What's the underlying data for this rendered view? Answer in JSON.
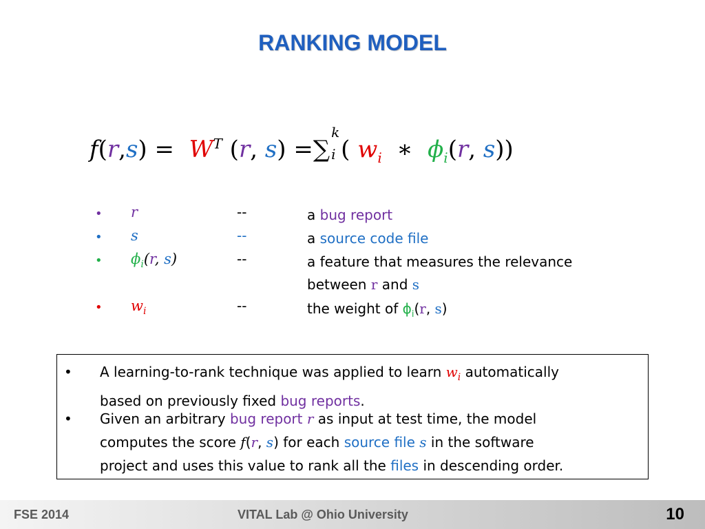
{
  "slide": {
    "title": "RANKING MODEL"
  },
  "formula": {
    "f": "f",
    "r": "r",
    "s": "s",
    "W": "W",
    "T": "T",
    "sum": "∑",
    "k": "k",
    "i": "i",
    "w": "w",
    "phi": "ϕ",
    "star": "∗"
  },
  "definitions": [
    {
      "bullet": "•",
      "symbol": "r",
      "dash": "--",
      "desc_prefix": "a ",
      "desc_highlight": "bug report"
    },
    {
      "bullet": "•",
      "symbol": "s",
      "dash": "--",
      "desc_prefix": "a ",
      "desc_highlight": "source code file"
    },
    {
      "bullet": "•",
      "symbol": "ϕi(r, s)",
      "dash": "--",
      "desc_line1": "a feature that measures the relevance",
      "desc_line2_a": "between ",
      "desc_line2_r": "r",
      "desc_line2_b": " and ",
      "desc_line2_s": "s"
    },
    {
      "bullet": "•",
      "symbol": "wi",
      "dash": "--",
      "desc_prefix": "the weight of ",
      "phi_expr": "ϕ",
      "phi_sub": "i",
      "phi_args_open": "(",
      "phi_r": "r",
      "phi_comma": ", ",
      "phi_s": "s",
      "phi_args_close": ")"
    }
  ],
  "box": {
    "bullet": "•",
    "item1": {
      "a": "A learning-to-rank technique was applied to learn ",
      "w": "w",
      "wi": "i",
      "b": " automatically",
      "c": "based on previously fixed ",
      "highlight": "bug reports",
      "d": "."
    },
    "item2": {
      "a": "Given an arbitrary ",
      "h1": "bug report",
      "r": "r",
      "b": " as input at test time, the model",
      "c": "computes the score ",
      "f": "f",
      "fr": "r",
      "fs": "s",
      "d": " for each ",
      "h2": "source file",
      "s": "s",
      "e": " in the software",
      "f2": "project and uses this value to rank all the ",
      "h3": "files",
      "g": " in descending order."
    }
  },
  "footer": {
    "left": "FSE 2014",
    "center": "VITAL Lab @ Ohio University",
    "page": "10"
  }
}
